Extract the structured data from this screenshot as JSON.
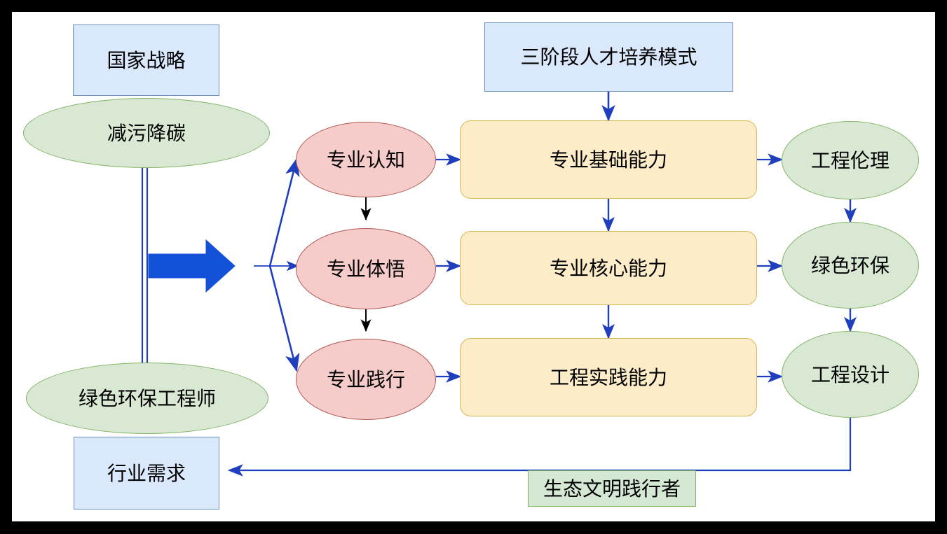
{
  "diagram": {
    "title": "三阶段人才培养模式流程图",
    "background": "#000000",
    "canvas_background": "#ffffff",
    "palette": {
      "blue_fill": "#dae8fc",
      "blue_stroke": "#6c8ebf",
      "green_fill": "#d5e8d4",
      "green_stroke": "#82b366",
      "pink_fill": "#f6ccca",
      "pink_stroke": "#b05a52",
      "yellow_fill": "#fcedc8",
      "yellow_stroke": "#d6b656",
      "connector_blue": "#2040c0",
      "thick_arrow_blue": "#1351d8",
      "connector_black": "#000000"
    },
    "nodes": {
      "national_strategy": "国家战略",
      "pollution_carbon_reduction": "减污降碳",
      "green_engineer": "绿色环保工程师",
      "industry_demand": "行业需求",
      "three_stage_model": "三阶段人才培养模式",
      "stage_cognition": "专业认知",
      "stage_perception": "专业体悟",
      "stage_practice": "专业践行",
      "ability_basic": "专业基础能力",
      "ability_core": "专业核心能力",
      "ability_engineering_practice": "工程实践能力",
      "outcome_ethics": "工程伦理",
      "outcome_green": "绿色环保",
      "outcome_design": "工程设计",
      "eco_practitioner": "生态文明践行者"
    },
    "columns": {
      "drivers": [
        "国家战略",
        "减污降碳",
        "绿色环保工程师",
        "行业需求"
      ],
      "stages": [
        "专业认知",
        "专业体悟",
        "专业践行"
      ],
      "abilities": [
        "专业基础能力",
        "专业核心能力",
        "工程实践能力"
      ],
      "outcomes": [
        "工程伦理",
        "绿色环保",
        "工程设计"
      ]
    },
    "edges": [
      {
        "from": "三阶段人才培养模式",
        "to": "专业基础能力",
        "style": "arrow-down-blue"
      },
      {
        "from": "driver-hub",
        "to": "专业认知",
        "style": "arrow-blue"
      },
      {
        "from": "driver-hub",
        "to": "专业体悟",
        "style": "arrow-blue"
      },
      {
        "from": "driver-hub",
        "to": "专业践行",
        "style": "arrow-blue"
      },
      {
        "from": "专业认知",
        "to": "专业体悟",
        "style": "arrow-down-black"
      },
      {
        "from": "专业体悟",
        "to": "专业践行",
        "style": "arrow-down-black"
      },
      {
        "from": "专业认知",
        "to": "专业基础能力",
        "style": "arrow-blue"
      },
      {
        "from": "专业体悟",
        "to": "专业核心能力",
        "style": "arrow-blue"
      },
      {
        "from": "专业践行",
        "to": "工程实践能力",
        "style": "arrow-blue"
      },
      {
        "from": "专业基础能力",
        "to": "专业核心能力",
        "style": "arrow-down-blue"
      },
      {
        "from": "专业核心能力",
        "to": "工程实践能力",
        "style": "arrow-down-blue"
      },
      {
        "from": "专业基础能力",
        "to": "工程伦理",
        "style": "arrow-blue"
      },
      {
        "from": "专业核心能力",
        "to": "绿色环保",
        "style": "arrow-blue"
      },
      {
        "from": "工程实践能力",
        "to": "工程设计",
        "style": "arrow-blue"
      },
      {
        "from": "工程伦理",
        "to": "绿色环保",
        "style": "arrow-down-blue"
      },
      {
        "from": "绿色环保",
        "to": "工程设计",
        "style": "arrow-down-blue"
      },
      {
        "from": "工程设计",
        "to": "行业需求",
        "style": "elbow-arrow-blue",
        "label": "生态文明践行者"
      },
      {
        "from": "减污降碳",
        "to": "绿色环保工程师",
        "style": "double-line"
      },
      {
        "from": "driver-column",
        "to": "stage-fan",
        "style": "thick-block-arrow"
      }
    ]
  }
}
